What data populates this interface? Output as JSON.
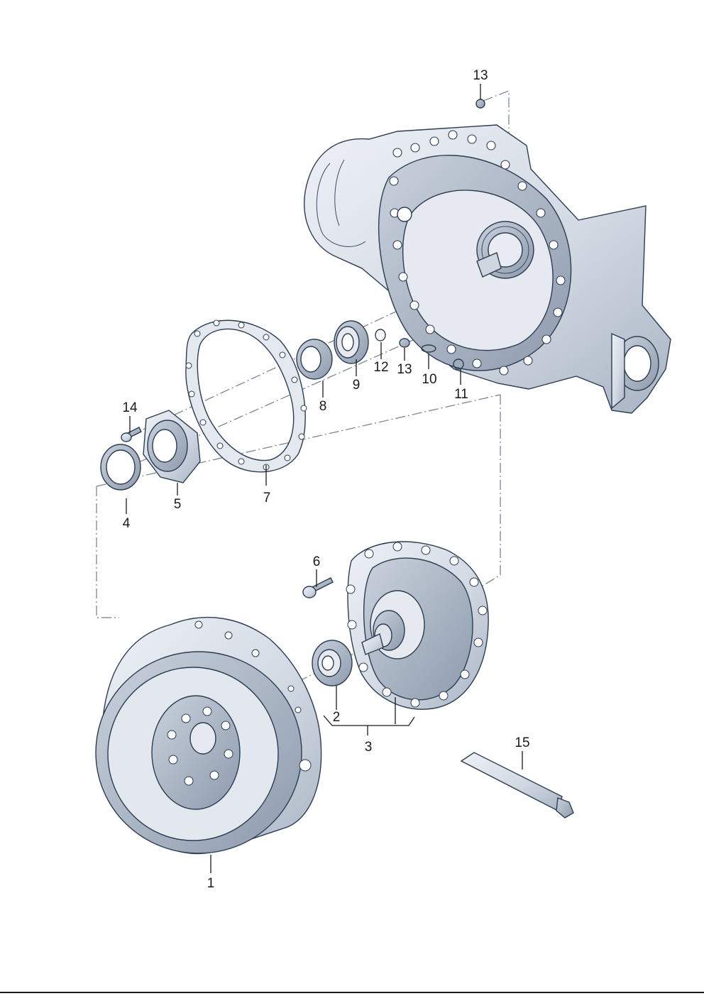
{
  "callouts": [
    {
      "id": "c1",
      "label": "1",
      "part": "dual-mass-flywheel"
    },
    {
      "id": "c2",
      "label": "2",
      "part": "shaft-seal"
    },
    {
      "id": "c3",
      "label": "3",
      "part": "electric-motor-assembly"
    },
    {
      "id": "c4",
      "label": "4",
      "part": "sealing-ring"
    },
    {
      "id": "c5",
      "label": "5",
      "part": "bearing-housing"
    },
    {
      "id": "c6",
      "label": "6",
      "part": "bolt"
    },
    {
      "id": "c7",
      "label": "7",
      "part": "gasket"
    },
    {
      "id": "c8",
      "label": "8",
      "part": "shaft-seal-ring"
    },
    {
      "id": "c9",
      "label": "9",
      "part": "retaining-plate"
    },
    {
      "id": "c10",
      "label": "10",
      "part": "o-ring"
    },
    {
      "id": "c11",
      "label": "11",
      "part": "o-ring"
    },
    {
      "id": "c12",
      "label": "12",
      "part": "o-ring"
    },
    {
      "id": "c13a",
      "label": "13",
      "part": "dowel-sleeve"
    },
    {
      "id": "c13b",
      "label": "13",
      "part": "dowel-sleeve"
    },
    {
      "id": "c14",
      "label": "14",
      "part": "bolt"
    },
    {
      "id": "c15",
      "label": "15",
      "part": "grease-tube"
    }
  ],
  "colors": {
    "part_fill": "#dfe4ec",
    "part_shade": "#b7c1cf",
    "part_dark": "#8d9aac",
    "outline": "#2c3d52",
    "dash_line": "#6d7f93",
    "label": "#1a1a1a"
  }
}
